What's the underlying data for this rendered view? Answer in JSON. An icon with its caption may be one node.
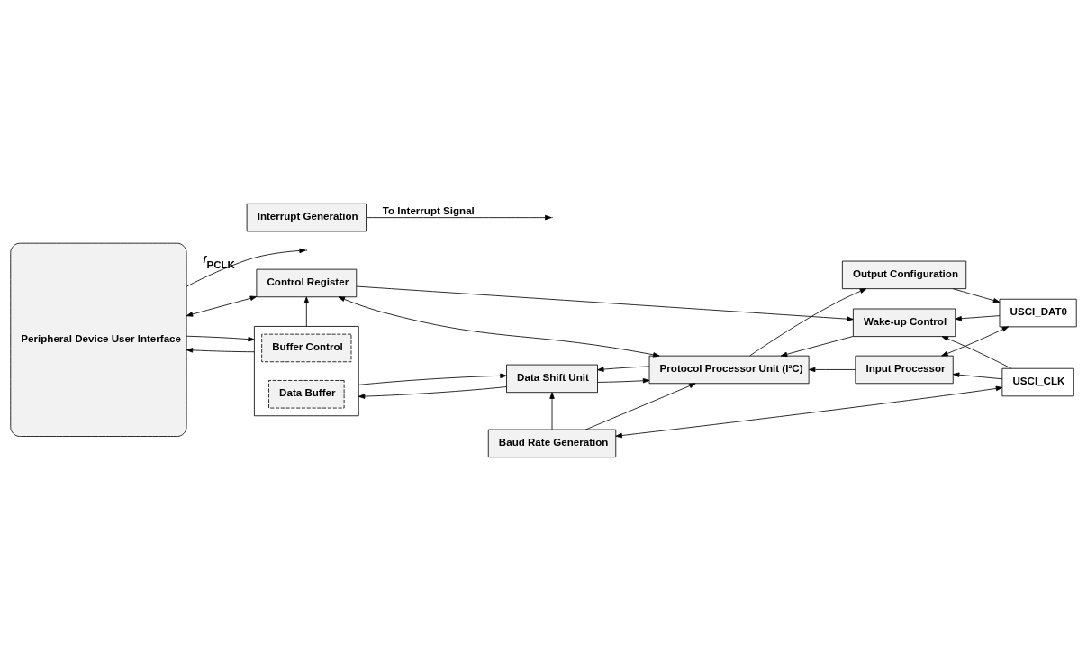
{
  "diagram": {
    "nodes": [
      {
        "text": [
          "Peripheral Device User Interface"
        ]
      },
      {
        "text": [
          "Baud Rate Generation"
        ]
      },
      {
        "text": [],
        "shape": "box"
      },
      {
        "text": [
          "Buffer Control"
        ],
        "in": 2
      },
      {
        "text": [
          "Data Buffer"
        ],
        "in": 2
      },
      {
        "text": [
          "Data Shift Unit"
        ]
      },
      {
        "text": [
          "Protocol Processor Unit (I²C)"
        ]
      },
      {
        "text": [
          "Input Processor"
        ]
      },
      {
        "text": [
          "Output Configuration"
        ]
      },
      {
        "text": [
          "Wake-up Control"
        ]
      },
      {
        "text": [
          "Control Register"
        ]
      },
      {
        "text": [
          "Interrupt Generation"
        ]
      },
      {
        "text": [
          "USCI_CLK"
        ]
      },
      {
        "text": [
          "USCI_DAT0"
        ]
      }
    ],
    "edges": [
      {
        "from": 0,
        "to": null,
        "arrow": "to",
        "label": "*f*$_{PCLK}$"
      },
      {
        "from": 12,
        "to": 1,
        "arrow": "both"
      },
      {
        "from": 12,
        "to": 7,
        "arrow": "to"
      },
      {
        "from": 12,
        "to": 9,
        "arrow": "to"
      },
      {
        "from": 1,
        "to": 5,
        "arrow": "to"
      },
      {
        "from": 1,
        "to": 6,
        "arrow": "to"
      },
      {
        "from": 13,
        "to": 7,
        "arrow": "both"
      },
      {
        "from": 13,
        "to": 9,
        "arrow": "to"
      },
      {
        "from": 7,
        "to": 6,
        "arrow": "to"
      },
      {
        "from": 6,
        "to": 5,
        "arrow": "to"
      },
      {
        "from": 5,
        "to": 6,
        "arrow": "to"
      },
      {
        "from": 6,
        "to": 8,
        "arrow": "to"
      },
      {
        "from": 8,
        "to": 13,
        "arrow": "to"
      },
      {
        "from": 9,
        "to": 6,
        "arrow": "to"
      },
      {
        "from": 5,
        "to": 2,
        "arrow": "to"
      },
      {
        "from": 2,
        "to": 5,
        "arrow": "to"
      },
      {
        "from": 2,
        "to": 0,
        "arrow": "to"
      },
      {
        "from": 0,
        "to": 2,
        "arrow": "to"
      },
      {
        "from": 2,
        "to": 10,
        "arrow": "to"
      },
      {
        "from": 6,
        "to": 10,
        "arrow": "both"
      },
      {
        "from": 0,
        "to": 10,
        "arrow": "both"
      },
      {
        "from": 10,
        "to": 9,
        "arrow": "to"
      },
      {
        "from": 11,
        "to": null,
        "arrow": "to",
        "label": "To Interrupt Signal"
      }
    ]
  }
}
